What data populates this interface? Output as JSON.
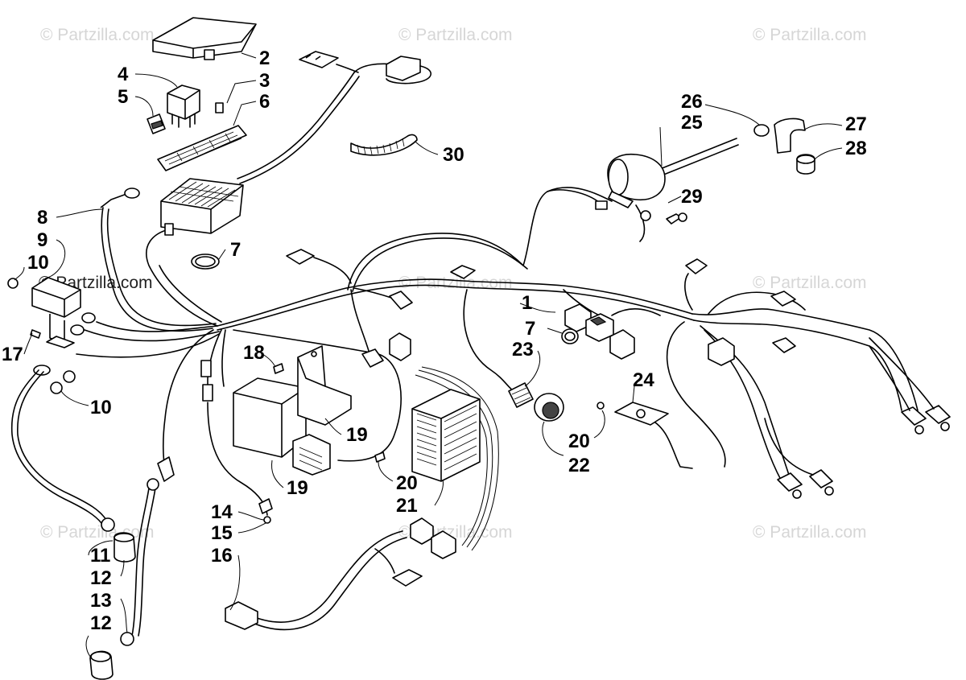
{
  "watermark": "© Partzilla.com",
  "callouts": [
    {
      "id": "c1",
      "text": "1"
    },
    {
      "id": "c2",
      "text": "2"
    },
    {
      "id": "c3",
      "text": "3"
    },
    {
      "id": "c4",
      "text": "4"
    },
    {
      "id": "c5",
      "text": "5"
    },
    {
      "id": "c6",
      "text": "6"
    },
    {
      "id": "c7a",
      "text": "7"
    },
    {
      "id": "c7b",
      "text": "7"
    },
    {
      "id": "c8",
      "text": "8"
    },
    {
      "id": "c9",
      "text": "9"
    },
    {
      "id": "c10a",
      "text": "10"
    },
    {
      "id": "c10b",
      "text": "10"
    },
    {
      "id": "c11",
      "text": "11"
    },
    {
      "id": "c12a",
      "text": "12"
    },
    {
      "id": "c12b",
      "text": "12"
    },
    {
      "id": "c13",
      "text": "13"
    },
    {
      "id": "c14",
      "text": "14"
    },
    {
      "id": "c15",
      "text": "15"
    },
    {
      "id": "c16",
      "text": "16"
    },
    {
      "id": "c17",
      "text": "17"
    },
    {
      "id": "c18",
      "text": "18"
    },
    {
      "id": "c19a",
      "text": "19"
    },
    {
      "id": "c19b",
      "text": "19"
    },
    {
      "id": "c20a",
      "text": "20"
    },
    {
      "id": "c20b",
      "text": "20"
    },
    {
      "id": "c21",
      "text": "21"
    },
    {
      "id": "c22",
      "text": "22"
    },
    {
      "id": "c23",
      "text": "23"
    },
    {
      "id": "c24",
      "text": "24"
    },
    {
      "id": "c25",
      "text": "25"
    },
    {
      "id": "c26",
      "text": "26"
    },
    {
      "id": "c27",
      "text": "27"
    },
    {
      "id": "c28",
      "text": "28"
    },
    {
      "id": "c29",
      "text": "29"
    },
    {
      "id": "c30",
      "text": "30"
    }
  ]
}
